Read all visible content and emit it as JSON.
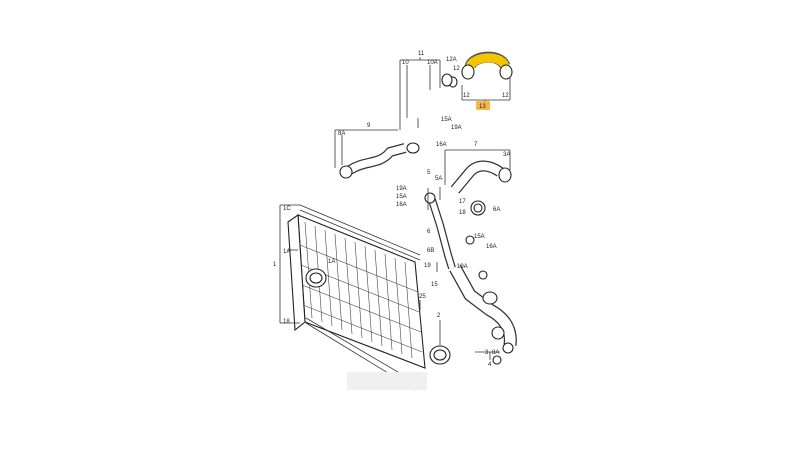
{
  "diagram": {
    "highlight_color": "#f3c400",
    "label_badge_color": "#f5b945",
    "labels": {
      "l11": "11",
      "l12a": "12A",
      "l12a_b": "12",
      "l12b": "12",
      "l12c": "12",
      "l13": "13",
      "l10": "10",
      "l10a": "10A",
      "l15a_top": "15A",
      "l19a_top": "19A",
      "l16a_top": "16A",
      "l8a_top": "8A",
      "l9": "9",
      "l7": "7",
      "l3a": "3A",
      "l5": "5",
      "l5a": "5A",
      "l19a_mid": "19A",
      "l15a_mid": "15A",
      "l16a_mid": "16A",
      "l17": "17",
      "l18": "18",
      "l1c": "1C",
      "l1a": "1A",
      "l1": "1",
      "l1a_b": "1A",
      "l1b": "18",
      "l6a": "6A",
      "l6": "6",
      "l15a_low": "15A",
      "l16a_low": "16A",
      "l19": "19",
      "l19a_low": "19A",
      "l6b": "6B",
      "l15": "15",
      "l25": "25",
      "l2": "2",
      "l3": "3",
      "l8a_bot": "8A",
      "l4": "4"
    }
  }
}
